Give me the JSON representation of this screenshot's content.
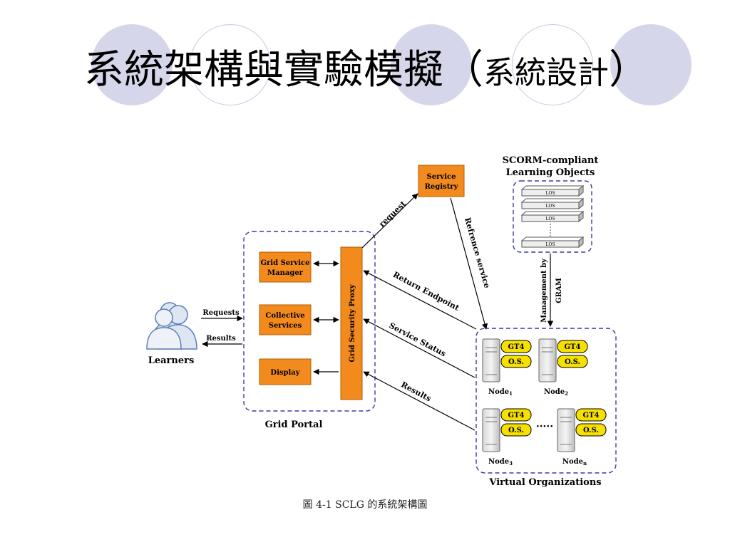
{
  "title": {
    "main": "系統架構與實驗模擬（",
    "sub": "系統設計",
    "close": "）"
  },
  "diagram": {
    "learners": "Learners",
    "requests": "Requests",
    "results_out": "Results",
    "grid_portal": "Grid Portal",
    "grid_service_manager_1": "Grid Service",
    "grid_service_manager_2": "Manager",
    "collective_services_1": "Collective",
    "collective_services_2": "Services",
    "display": "Display",
    "grid_security_proxy": "Grid Security Proxy",
    "service_registry_1": "Service",
    "service_registry_2": "Registry",
    "request": "request",
    "refrence_service": "Refrence service",
    "return_endpoint": "Return Endpoint",
    "service_status": "Service Status",
    "results_in": "Results",
    "scorm_1": "SCORM-compliant",
    "scorm_2": "Learning Objects",
    "los": "LOS",
    "management_1": "Management by",
    "management_2": "GRAM",
    "gt4": "GT4",
    "os": "O.S.",
    "node_label": "Node",
    "node_subs": [
      "1",
      "2",
      "3",
      "n"
    ],
    "dots": "·····",
    "virtual_org": "Virtual Organizations"
  },
  "caption": "圖 4-1 SCLG 的系統架構圖"
}
